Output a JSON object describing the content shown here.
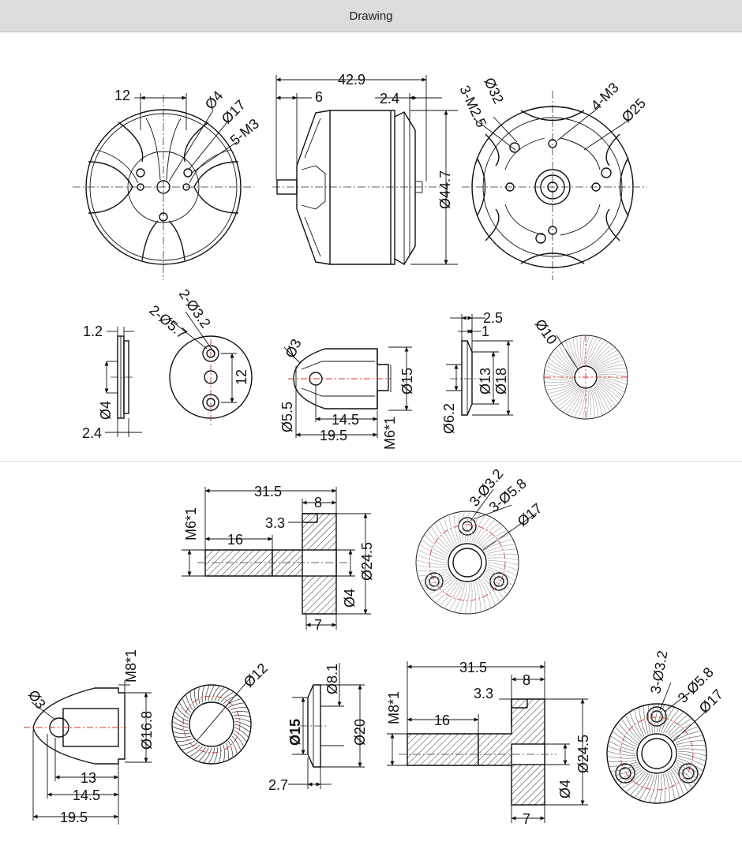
{
  "window": {
    "title": "Drawing"
  },
  "top_row": {
    "front_view": {
      "dims": [
        "12",
        "Ø4",
        "Ø17",
        "5-M3"
      ]
    },
    "side_view": {
      "dims": [
        "42.9",
        "6",
        "2.4",
        "Ø44.7"
      ]
    },
    "rear_view": {
      "dims": [
        "3-M2.5",
        "Ø32",
        "4-M3",
        "Ø25"
      ]
    }
  },
  "second_row": {
    "washer": {
      "dims": [
        "1.2",
        "Ø4",
        "2.4"
      ]
    },
    "disc": {
      "dims": [
        "2-Ø3.2",
        "2-Ø5.7",
        "12"
      ]
    },
    "spinner_small": {
      "dims": [
        "Ø3",
        "Ø5.5",
        "14.5",
        "19.5",
        "Ø15",
        "M6*1"
      ]
    },
    "ring": {
      "dims": [
        "2.5",
        "1",
        "Ø6.2",
        "Ø13",
        "Ø18"
      ]
    },
    "knurl_small": {
      "dims": [
        "Ø10"
      ]
    }
  },
  "third_row": {
    "adapter": {
      "dims": [
        "31.5",
        "8",
        "3.3",
        "16",
        "M6*1",
        "Ø24.5",
        "Ø4",
        "7"
      ]
    },
    "adapter_face": {
      "dims": [
        "3-Ø3.2",
        "3-Ø5.8",
        "Ø17"
      ]
    }
  },
  "bottom_row": {
    "spinner_large": {
      "dims": [
        "M8*1",
        "Ø3",
        "Ø16.8",
        "13",
        "14.5",
        "19.5"
      ]
    },
    "knurl_large": {
      "dims": [
        "Ø12"
      ]
    },
    "collet": {
      "dims": [
        "Ø8.1",
        "Ø15",
        "Ø20",
        "2.7"
      ]
    },
    "adapter_large": {
      "dims": [
        "31.5",
        "8",
        "3.3",
        "16",
        "M8*1",
        "Ø24.5",
        "Ø4",
        "7"
      ]
    },
    "adapter_large_face": {
      "dims": [
        "3-Ø3.2",
        "3-Ø5.8",
        "Ø17"
      ]
    }
  }
}
